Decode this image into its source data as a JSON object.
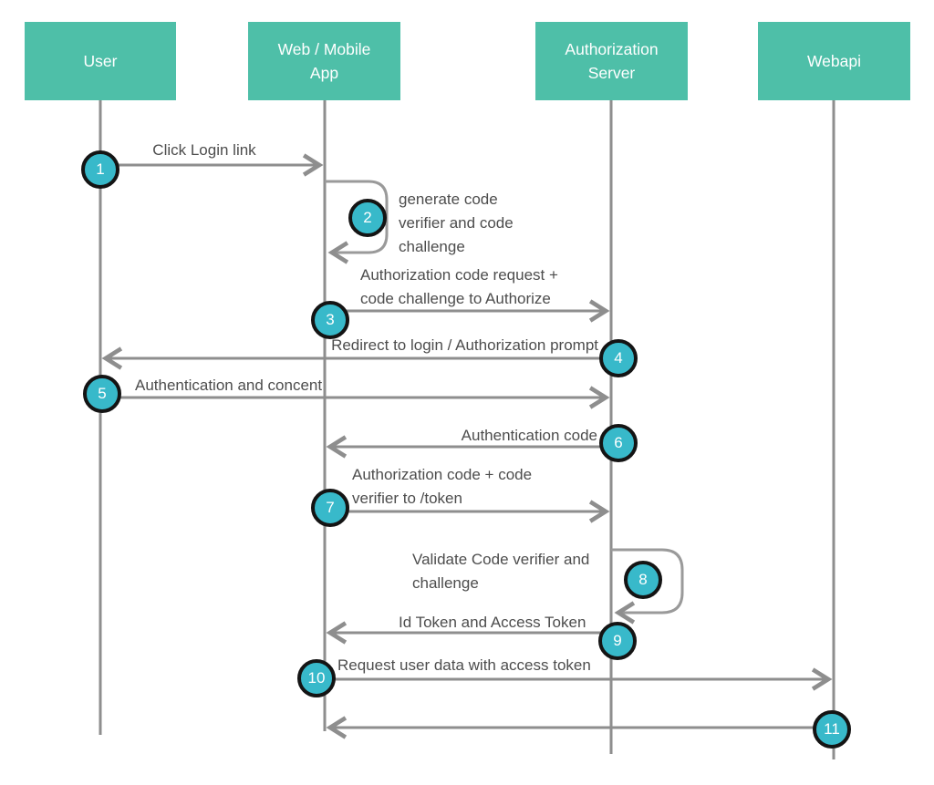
{
  "colors": {
    "actor_fill": "#4ebfa8",
    "actor_text": "#ffffff",
    "step_fill": "#38b9ca",
    "step_border": "#141414",
    "step_text": "#ffffff",
    "line": "#8e8e8e",
    "label_text": "#4d4d4d"
  },
  "actors": [
    {
      "id": "user",
      "label": "User"
    },
    {
      "id": "web-mobile-app",
      "label": "Web / Mobile\nApp"
    },
    {
      "id": "authorization-server",
      "label": "Authorization\nServer"
    },
    {
      "id": "webapi",
      "label": "Webapi"
    }
  ],
  "steps": [
    {
      "num": "1",
      "label": "Click Login link",
      "from": "User",
      "to": "Web / Mobile App",
      "type": "message"
    },
    {
      "num": "2",
      "label": "generate code\nverifier and code\nchallenge",
      "from": "Web / Mobile App",
      "to": "Web / Mobile App",
      "type": "self"
    },
    {
      "num": "3",
      "label": "Authorization code request +\ncode challenge to Authorize",
      "from": "Web / Mobile App",
      "to": "Authorization Server",
      "type": "message"
    },
    {
      "num": "4",
      "label": "Redirect to login / Authorization prompt",
      "from": "Authorization Server",
      "to": "User",
      "type": "message"
    },
    {
      "num": "5",
      "label": "Authentication and concent",
      "from": "User",
      "to": "Authorization Server",
      "type": "message"
    },
    {
      "num": "6",
      "label": "Authentication code",
      "from": "Authorization Server",
      "to": "Web / Mobile App",
      "type": "message"
    },
    {
      "num": "7",
      "label": "Authorization code  + code\nverifier to /token",
      "from": "Web / Mobile App",
      "to": "Authorization Server",
      "type": "message"
    },
    {
      "num": "8",
      "label": "Validate Code verifier and\nchallenge",
      "from": "Authorization Server",
      "to": "Authorization Server",
      "type": "self"
    },
    {
      "num": "9",
      "label": "Id Token and Access Token",
      "from": "Authorization Server",
      "to": "Web / Mobile App",
      "type": "message"
    },
    {
      "num": "10",
      "label": "Request user data with access token",
      "from": "Web / Mobile App",
      "to": "Webapi",
      "type": "message"
    },
    {
      "num": "11",
      "label": "",
      "from": "Webapi",
      "to": "Web / Mobile App",
      "type": "message"
    }
  ]
}
